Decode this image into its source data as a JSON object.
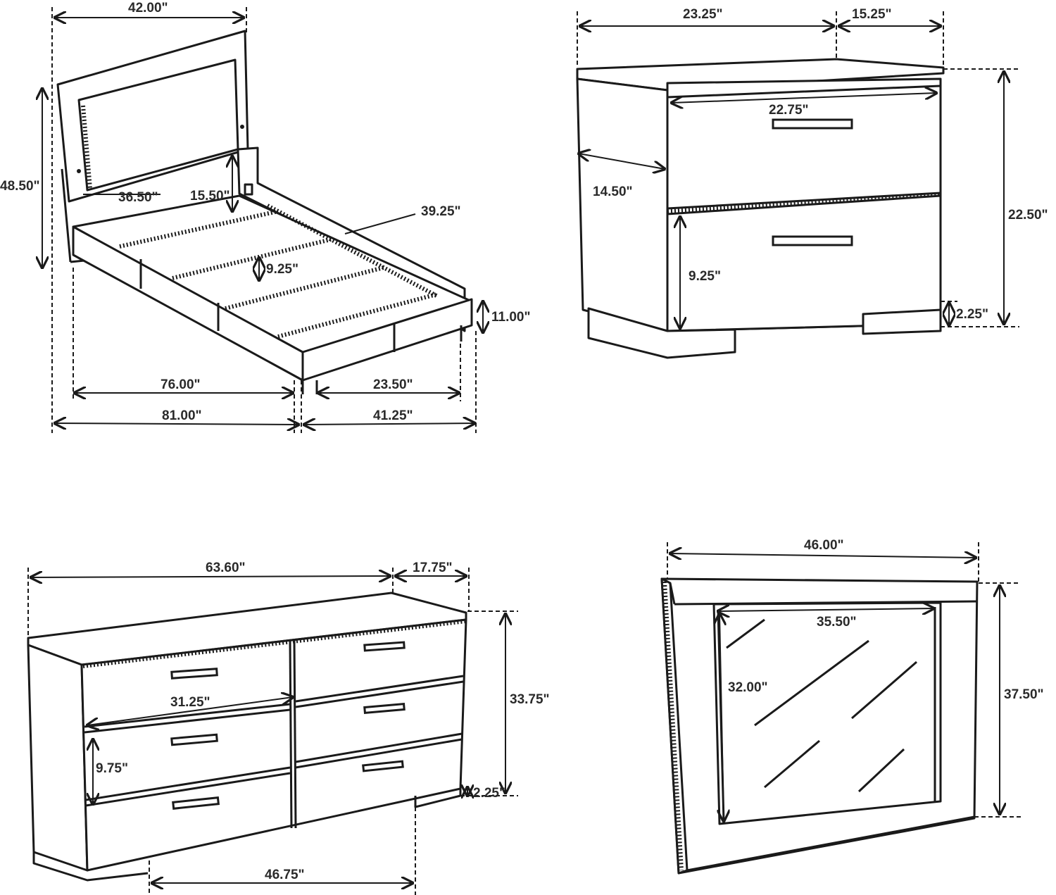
{
  "bed": {
    "headboard_width": "42.00\"",
    "total_height": "48.50\"",
    "headboard_panel_width": "36.50\"",
    "headboard_panel_height": "15.50\"",
    "rail_inner_width": "39.25\"",
    "slat_gap": "9.25\"",
    "footboard_height": "11.00\"",
    "inner_length": "76.00\"",
    "leg_spacing": "23.50\"",
    "overall_length": "81.00\"",
    "overall_width": "41.25\""
  },
  "nightstand": {
    "width": "23.25\"",
    "depth": "15.25\"",
    "drawer_width": "22.75\"",
    "side_depth": "14.50\"",
    "height": "22.50\"",
    "drawer_height": "9.25\"",
    "leg_height": "2.25\""
  },
  "dresser": {
    "width": "63.60\"",
    "depth": "17.75\"",
    "drawer_width": "31.25\"",
    "height": "33.75\"",
    "drawer_height": "9.75\"",
    "leg_height": "2.25\"",
    "leg_spacing": "46.75\""
  },
  "mirror": {
    "width": "46.00\"",
    "glass_width": "35.50\"",
    "glass_height": "32.00\"",
    "height": "37.50\""
  }
}
